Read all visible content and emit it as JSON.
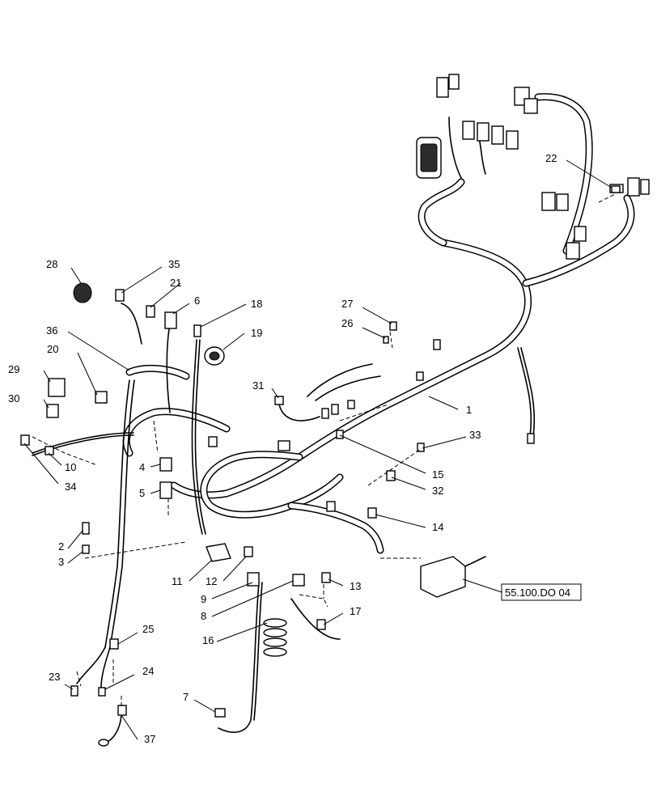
{
  "callouts": [
    {
      "id": "c1",
      "label": "1"
    },
    {
      "id": "c2",
      "label": "2"
    },
    {
      "id": "c3",
      "label": "3"
    },
    {
      "id": "c4",
      "label": "4"
    },
    {
      "id": "c5",
      "label": "5"
    },
    {
      "id": "c6",
      "label": "6"
    },
    {
      "id": "c7",
      "label": "7"
    },
    {
      "id": "c8",
      "label": "8"
    },
    {
      "id": "c9",
      "label": "9"
    },
    {
      "id": "c10",
      "label": "10"
    },
    {
      "id": "c11",
      "label": "11"
    },
    {
      "id": "c12",
      "label": "12"
    },
    {
      "id": "c13",
      "label": "13"
    },
    {
      "id": "c14",
      "label": "14"
    },
    {
      "id": "c15",
      "label": "15"
    },
    {
      "id": "c16",
      "label": "16"
    },
    {
      "id": "c17",
      "label": "17"
    },
    {
      "id": "c18",
      "label": "18"
    },
    {
      "id": "c19",
      "label": "19"
    },
    {
      "id": "c20",
      "label": "20"
    },
    {
      "id": "c21",
      "label": "21"
    },
    {
      "id": "c22",
      "label": "22"
    },
    {
      "id": "c23",
      "label": "23"
    },
    {
      "id": "c24",
      "label": "24"
    },
    {
      "id": "c25",
      "label": "25"
    },
    {
      "id": "c26",
      "label": "26"
    },
    {
      "id": "c27",
      "label": "27"
    },
    {
      "id": "c28",
      "label": "28"
    },
    {
      "id": "c29",
      "label": "29"
    },
    {
      "id": "c30",
      "label": "30"
    },
    {
      "id": "c31",
      "label": "31"
    },
    {
      "id": "c32",
      "label": "32"
    },
    {
      "id": "c33",
      "label": "33"
    },
    {
      "id": "c34",
      "label": "34"
    },
    {
      "id": "c35",
      "label": "35"
    },
    {
      "id": "c36",
      "label": "36"
    },
    {
      "id": "c37",
      "label": "37"
    }
  ],
  "reference_box": {
    "label": "55.100.DO 04"
  }
}
